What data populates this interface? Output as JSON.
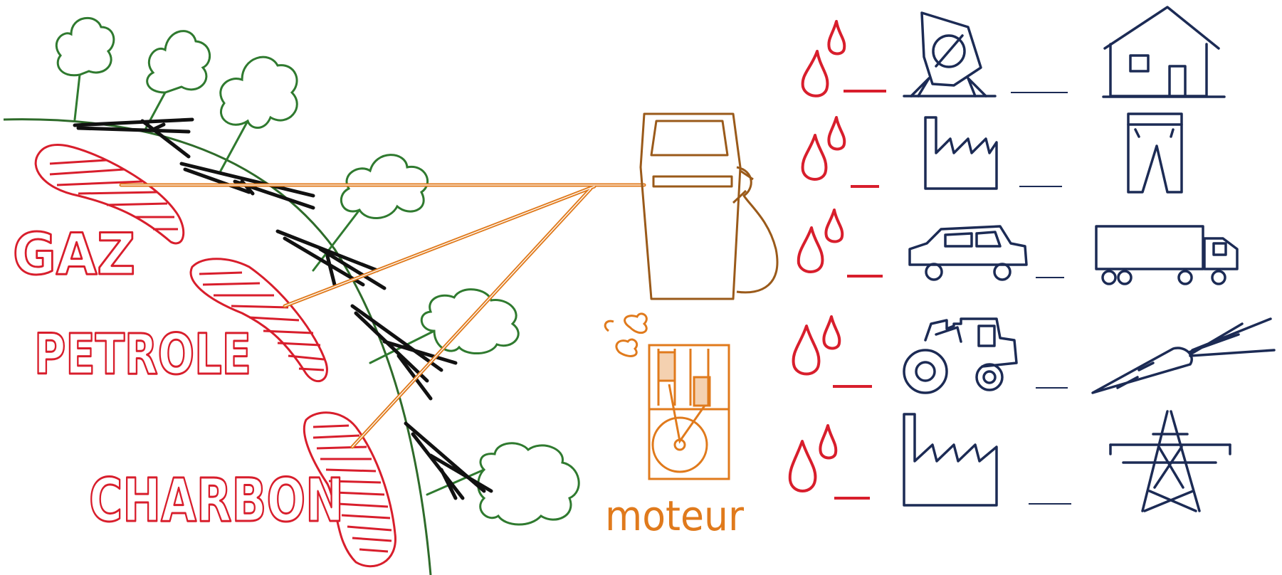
{
  "labels": {
    "gaz": "GAZ",
    "petrole": "PETROLE",
    "charbon": "CHARBON",
    "moteur": "moteur"
  },
  "colors": {
    "ground": "#2e6b2a",
    "tree": "#2f7a2f",
    "roots": "#111111",
    "deposit": "#d81e2c",
    "pipe": "#e07a1c",
    "pump": "#9a5a1a",
    "icon": "#1c2b55",
    "drop": "#d81e2c"
  },
  "rows": [
    {
      "source_icon": "cement-mixer-icon",
      "product_icon": "house-icon"
    },
    {
      "source_icon": "factory-icon",
      "product_icon": "trousers-icon"
    },
    {
      "source_icon": "car-icon",
      "product_icon": "truck-icon"
    },
    {
      "source_icon": "tractor-icon",
      "product_icon": "carrot-icon"
    },
    {
      "source_icon": "factory-icon",
      "product_icon": "power-pylon-icon"
    }
  ]
}
